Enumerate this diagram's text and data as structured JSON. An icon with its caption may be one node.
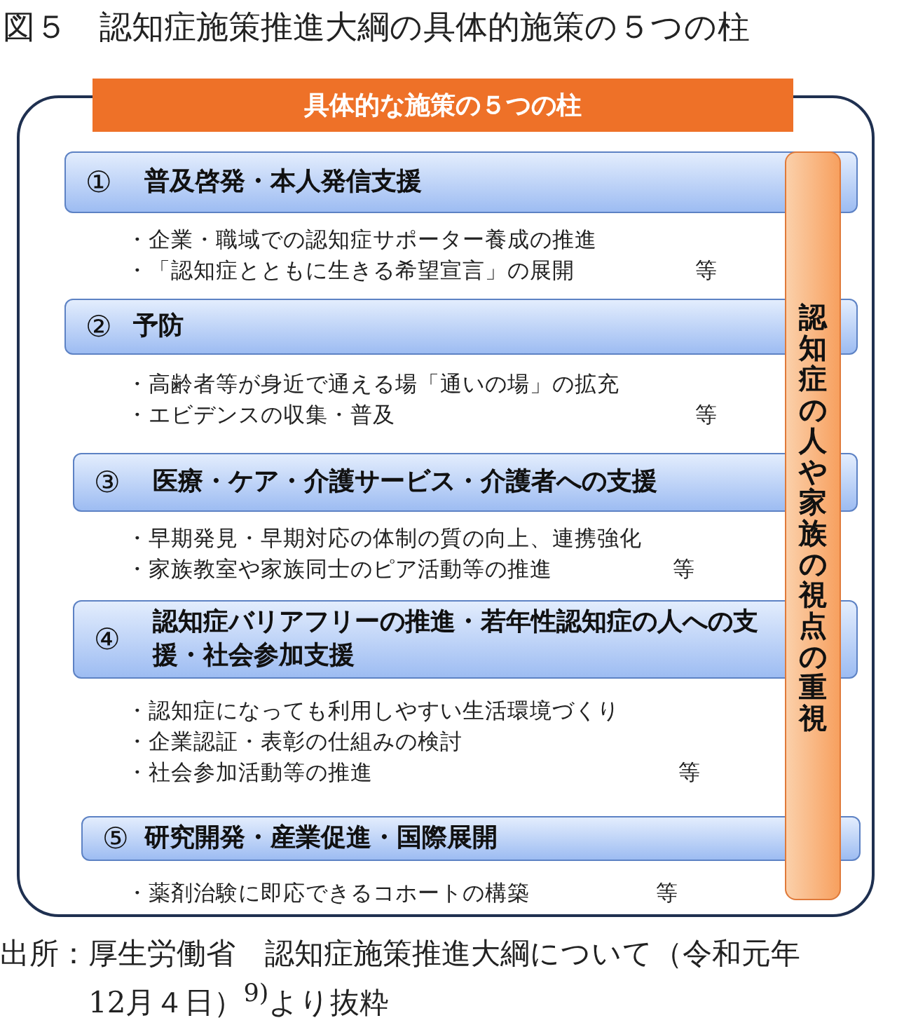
{
  "diagram": {
    "title": "図５　認知症施策推進大綱の具体的施策の５つの柱",
    "nodes": [
      {
        "text": [
          "具体的な施策の５つの柱"
        ]
      },
      {
        "text": [
          "①",
          "普及啓発・本人発信支援"
        ],
        "in": 0,
        "beside": [
          "・企業・職域での認知症サポーター養成の推進",
          "・「認知症とともに生きる希望宣言」の展開"
        ]
      },
      {
        "text": [
          "②",
          "予防"
        ],
        "in": 0,
        "beside": [
          "・高齢者等が身近で通える場「通いの場」の拡充",
          "・エビデンスの収集・普及"
        ]
      },
      {
        "text": [
          "③",
          "医療・ケア・介護サービス・介護者への支援"
        ],
        "in": 0,
        "beside": [
          "・早期発見・早期対応の体制の質の向上、連携強化",
          "・家族教室や家族同士のピア活動等の推進"
        ]
      },
      {
        "text": [
          "④",
          "認知症バリアフリーの推進・若年性認知症の人への支援・社会参加支援"
        ],
        "in": 0,
        "beside": [
          "・認知症になっても利用しやすい生活環境づくり",
          "・企業認証・表彰の仕組みの検討",
          "・社会参加活動等の推進"
        ]
      },
      {
        "text": [
          "⑤",
          "研究開発・産業促進・国際展開"
        ],
        "in": 0,
        "beside": [
          "・薬剤治験に即応できるコホートの構築"
        ]
      },
      {
        "text": [
          "認知症の人や家族の視点の重視"
        ],
        "in": 0
      }
    ],
    "labels": [
      "等",
      "等",
      "等",
      "等",
      "等"
    ],
    "caption": "出所：厚生労働省　認知症施策推進大綱について（令和元年12月４日）$^{9)}$より抜粋"
  }
}
